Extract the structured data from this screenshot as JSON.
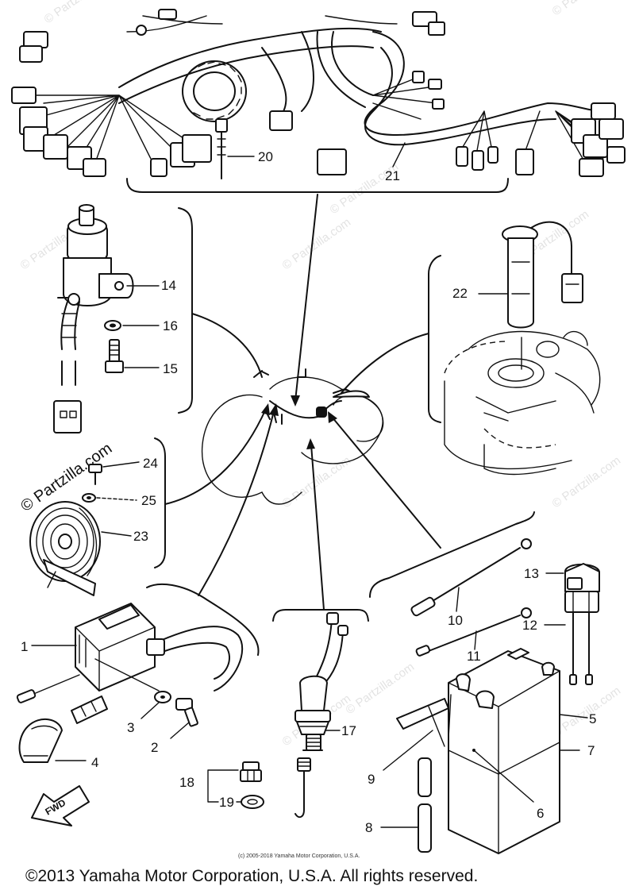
{
  "watermark": "© Partzilla.com",
  "watermark_dark": "© Partzilla.com",
  "fine_print": "(c) 2005-2018 Yamaha Motor Corporation, U.S.A.",
  "footer": "©2013 Yamaha Motor Corporation, U.S.A. All rights reserved.",
  "fwd_label": "FWD",
  "callouts": {
    "c1": "1",
    "c2": "2",
    "c3": "3",
    "c4": "4",
    "c5": "5",
    "c6": "6",
    "c7": "7",
    "c8": "8",
    "c9": "9",
    "c10": "10",
    "c11": "11",
    "c12": "12",
    "c13": "13",
    "c14": "14",
    "c15": "15",
    "c16": "16",
    "c17": "17",
    "c18": "18",
    "c19": "19",
    "c20": "20",
    "c21": "21",
    "c22": "22",
    "c23": "23",
    "c24": "24",
    "c25": "25"
  }
}
